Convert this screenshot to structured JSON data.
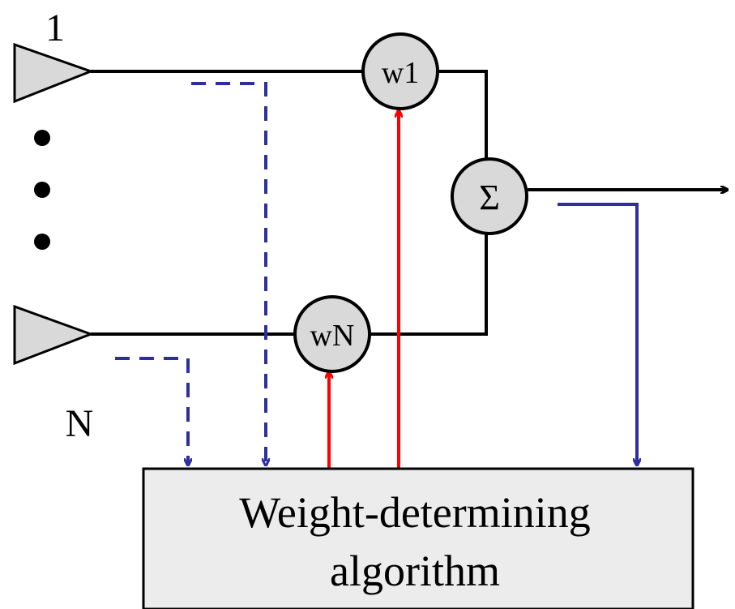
{
  "labels": {
    "antenna_first": "1",
    "antenna_last": "N",
    "weight_first": "w1",
    "weight_last": "wN",
    "sum_symbol": "Σ",
    "algorithm_line1": "Weight-determining",
    "algorithm_line2": "algorithm"
  },
  "colors": {
    "signal_line": "#000000",
    "feedback_dashed": "#2e2e9e",
    "error_line": "#2e2e9e",
    "weight_control": "#ff0000",
    "node_fill": "#d9d9d9",
    "box_fill": "#ececec"
  },
  "icons": {
    "antenna": "triangle-antenna-icon",
    "ellipsis": "vertical-dots-icon",
    "multiplier": "circle-node-icon",
    "summer": "sigma-node-icon",
    "output": "arrow-right-icon"
  }
}
